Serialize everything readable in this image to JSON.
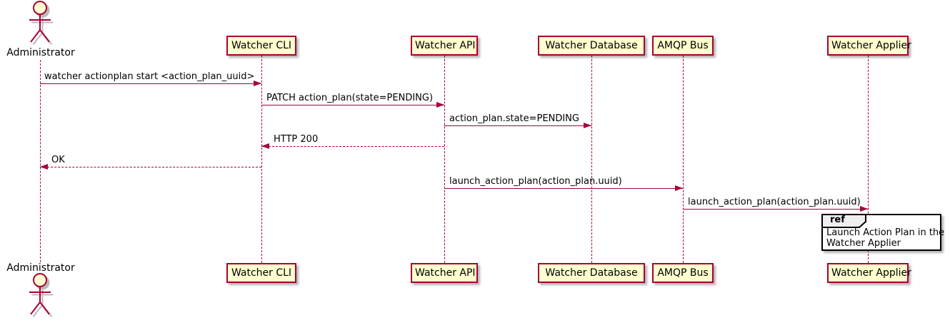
{
  "diagram": {
    "type": "sequence",
    "actor": {
      "name": "Administrator"
    },
    "participants": [
      {
        "name": "Watcher CLI"
      },
      {
        "name": "Watcher API"
      },
      {
        "name": "Watcher Database"
      },
      {
        "name": "AMQP Bus"
      },
      {
        "name": "Watcher Applier"
      }
    ],
    "messages": [
      {
        "from": "Administrator",
        "to": "Watcher CLI",
        "text": "watcher actionplan start <action_plan_uuid>",
        "line": "solid",
        "direction": "right"
      },
      {
        "from": "Watcher CLI",
        "to": "Watcher API",
        "text": "PATCH action_plan(state=PENDING)",
        "line": "solid",
        "direction": "right"
      },
      {
        "from": "Watcher API",
        "to": "Watcher Database",
        "text": "action_plan.state=PENDING",
        "line": "solid",
        "direction": "right"
      },
      {
        "from": "Watcher API",
        "to": "Watcher CLI",
        "text": "HTTP 200",
        "line": "dashed",
        "direction": "left"
      },
      {
        "from": "Watcher CLI",
        "to": "Administrator",
        "text": "OK",
        "line": "dashed",
        "direction": "left"
      },
      {
        "from": "Watcher API",
        "to": "AMQP Bus",
        "text": "launch_action_plan(action_plan.uuid)",
        "line": "solid",
        "direction": "right"
      },
      {
        "from": "AMQP Bus",
        "to": "Watcher Applier",
        "text": "launch_action_plan(action_plan.uuid)",
        "line": "solid",
        "direction": "right"
      }
    ],
    "ref": {
      "keyword": "ref",
      "line1": "Launch Action Plan in the",
      "line2": "Watcher Applier"
    }
  },
  "colors": {
    "accent": "#A80036",
    "box-fill": "#FEFECE",
    "ref-header-fill": "#EEEEEE",
    "frame-border": "#000000",
    "text": "#000000",
    "background": "#FFFFFF"
  }
}
